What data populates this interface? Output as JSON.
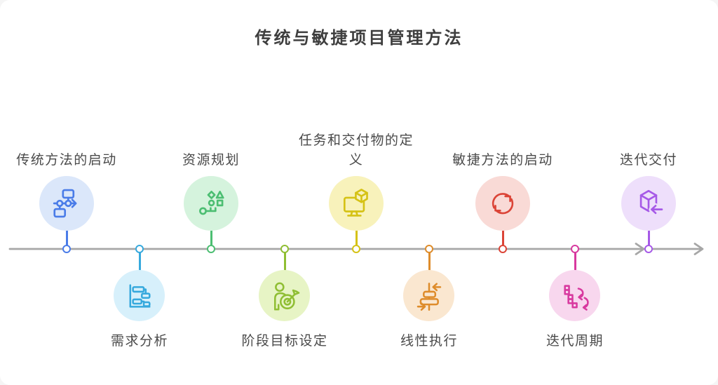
{
  "title": "传统与敏捷项目管理方法",
  "colors": {
    "background": "#ffffff",
    "axis": "#a6a6a6",
    "title_text": "#3e3e3e",
    "label_text": "#4a4a4a"
  },
  "timeline": {
    "direction": "left-to-right-arrow",
    "items": [
      {
        "label": "传统方法的启动",
        "position": "above",
        "icon": "flowchart-icon",
        "fill": "#dbe7fa",
        "accent": "#4a7ce8"
      },
      {
        "label": "需求分析",
        "position": "below",
        "icon": "gantt-chart-icon",
        "fill": "#d7f0fb",
        "accent": "#36a9dd"
      },
      {
        "label": "资源规划",
        "position": "above",
        "icon": "shapes-key-icon",
        "fill": "#d5f3dd",
        "accent": "#4cbe72"
      },
      {
        "label": "阶段目标设定",
        "position": "below",
        "icon": "person-target-icon",
        "fill": "#e7f4c5",
        "accent": "#8fbe33"
      },
      {
        "label": "任务和交付物的定义",
        "position": "above",
        "icon": "monitor-cube-icon",
        "fill": "#f8f2bb",
        "accent": "#d5c215"
      },
      {
        "label": "线性执行",
        "position": "below",
        "icon": "sliders-arrows-icon",
        "fill": "#fae7d0",
        "accent": "#de8c2b"
      },
      {
        "label": "敏捷方法的启动",
        "position": "above",
        "icon": "cycle-arrows-icon",
        "fill": "#f9dad6",
        "accent": "#db4437"
      },
      {
        "label": "迭代周期",
        "position": "below",
        "icon": "cascade-cycle-icon",
        "fill": "#f8d7ee",
        "accent": "#d8399f"
      },
      {
        "label": "迭代交付",
        "position": "above",
        "icon": "cube-arrow-icon",
        "fill": "#eedffb",
        "accent": "#a659e7"
      }
    ]
  }
}
